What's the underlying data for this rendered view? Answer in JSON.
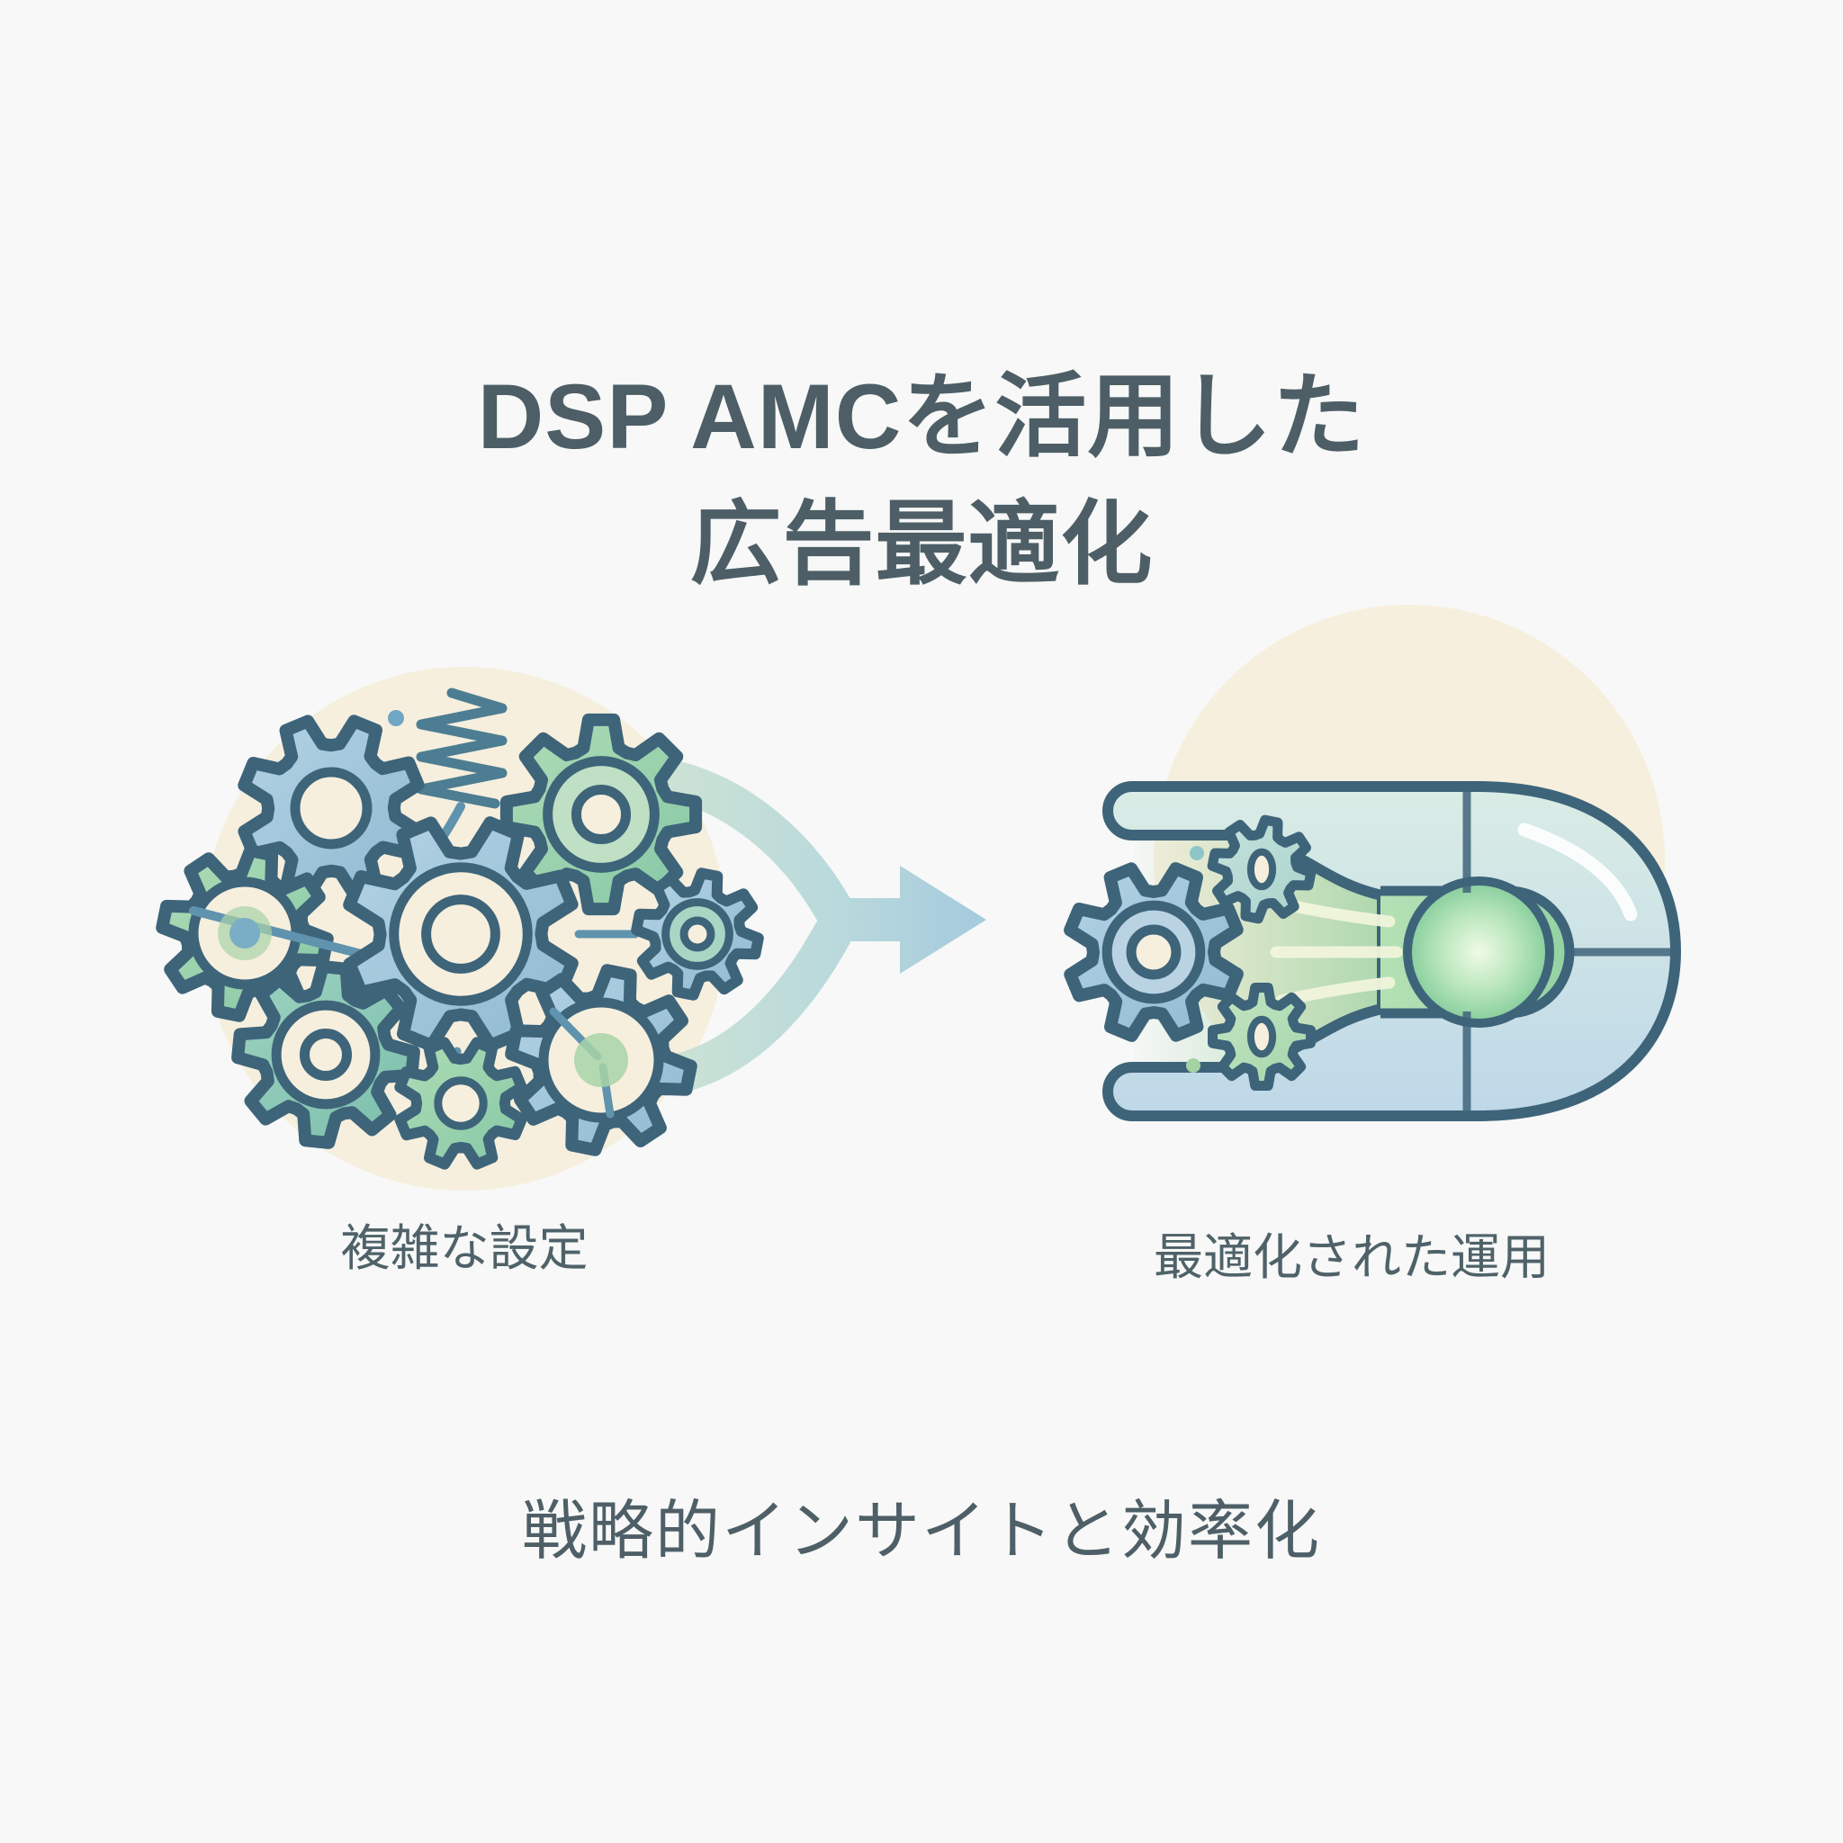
{
  "title": {
    "line1": "DSP AMCを活用した",
    "line2": "広告最適化",
    "color": "#4d5e66"
  },
  "panels": {
    "left": {
      "label": "複雑な設定",
      "icon": "tangled-gears-icon"
    },
    "right": {
      "label": "最適化された運用",
      "icon": "optimized-pipeline-icon"
    }
  },
  "connector": {
    "icon": "merge-arrow-icon"
  },
  "footer": {
    "caption": "戦略的インサイトと効率化"
  },
  "colors": {
    "ink_title": "#4d5e66",
    "ink_label": "#4f6269",
    "ink_footer": "#4e5f67",
    "outline": "#3e647a",
    "cream": "#f6efdd",
    "gear_blue_light": "#b4d3e4",
    "gear_blue_dark": "#8fb9d1",
    "gear_green_light": "#aeddb5",
    "gear_green_dark": "#86c7a6",
    "gear_teal_light": "#9dd2c0",
    "gear_teal_dark": "#7bbfab",
    "gear_teal_pale_light": "#c6e3dd",
    "gear_teal_pale_dark": "#a9d2cc",
    "gear_green_pale_light": "#c4e6c2",
    "gear_green_pale_dark": "#a4d5ab",
    "arrow_start": "#cfe4d3",
    "arrow_mid": "#b9d9dc",
    "arrow_end": "#a5cade",
    "shell_top": "#daece5",
    "shell_bottom": "#bed8e8",
    "funnel_green": "#96d09e",
    "capsule_light": "#b7e2b6",
    "capsule_dark": "#93d2a2",
    "glow_center": "#effbe7",
    "glow_mid": "#b9e6bb",
    "glow_edge": "#86cd9c",
    "flow_line": "#f1f5dc",
    "spring": "#4d7d92",
    "connector_line": "#5f93ae",
    "dot_blue": "#6fa6c4",
    "dot_teal": "#8fc4c9",
    "dot_green": "#a4d3a4",
    "halo_green": "#a8d3a8",
    "hub_blue": "#79aec6"
  }
}
